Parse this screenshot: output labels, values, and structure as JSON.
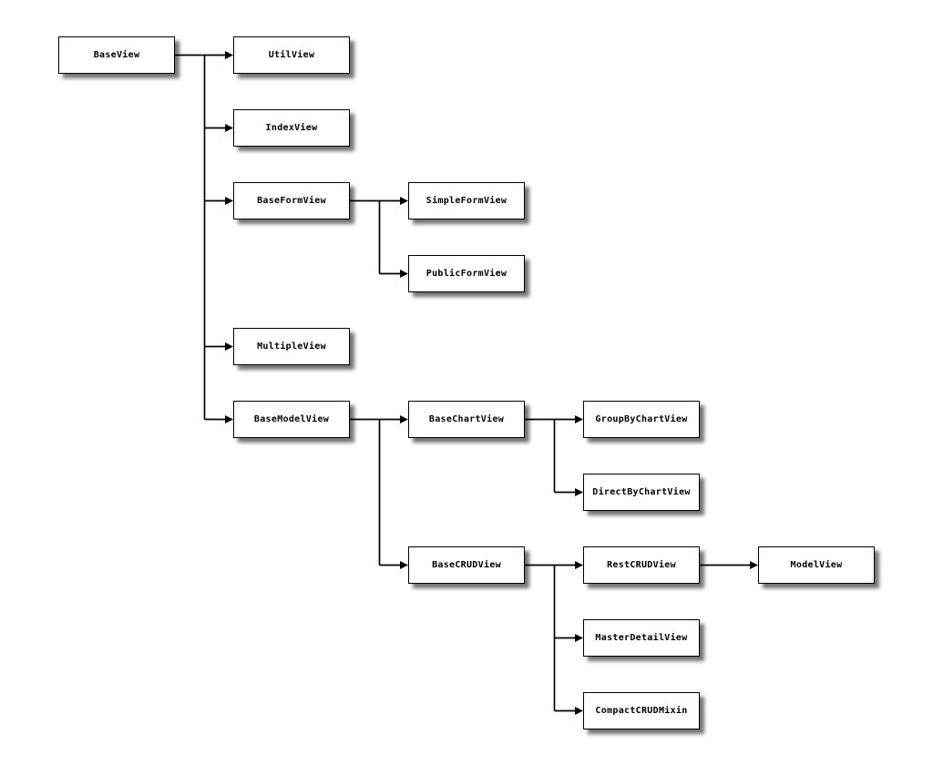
{
  "diagram": {
    "type": "class-inheritance-tree",
    "nodes": {
      "baseview": {
        "label": "BaseView"
      },
      "utilview": {
        "label": "UtilView"
      },
      "indexview": {
        "label": "IndexView"
      },
      "baseformview": {
        "label": "BaseFormView"
      },
      "simpleformview": {
        "label": "SimpleFormView"
      },
      "publicformview": {
        "label": "PublicFormView"
      },
      "multipleview": {
        "label": "MultipleView"
      },
      "basemodelview": {
        "label": "BaseModelView"
      },
      "basechartview": {
        "label": "BaseChartView"
      },
      "groupbychartview": {
        "label": "GroupByChartView"
      },
      "directbychartview": {
        "label": "DirectByChartView"
      },
      "basecrudview": {
        "label": "BaseCRUDView"
      },
      "restcrudview": {
        "label": "RestCRUDView"
      },
      "modelview": {
        "label": "ModelView"
      },
      "masterdetailview": {
        "label": "MasterDetailView"
      },
      "compactcrudmixin": {
        "label": "CompactCRUDMixin"
      }
    },
    "edges": [
      {
        "from": "BaseView",
        "to": "UtilView"
      },
      {
        "from": "BaseView",
        "to": "IndexView"
      },
      {
        "from": "BaseView",
        "to": "BaseFormView"
      },
      {
        "from": "BaseView",
        "to": "MultipleView"
      },
      {
        "from": "BaseView",
        "to": "BaseModelView"
      },
      {
        "from": "BaseFormView",
        "to": "SimpleFormView"
      },
      {
        "from": "BaseFormView",
        "to": "PublicFormView"
      },
      {
        "from": "BaseModelView",
        "to": "BaseChartView"
      },
      {
        "from": "BaseModelView",
        "to": "BaseCRUDView"
      },
      {
        "from": "BaseChartView",
        "to": "GroupByChartView"
      },
      {
        "from": "BaseChartView",
        "to": "DirectByChartView"
      },
      {
        "from": "BaseCRUDView",
        "to": "RestCRUDView"
      },
      {
        "from": "BaseCRUDView",
        "to": "MasterDetailView"
      },
      {
        "from": "BaseCRUDView",
        "to": "CompactCRUDMixin"
      },
      {
        "from": "RestCRUDView",
        "to": "ModelView"
      }
    ],
    "colors": {
      "background": "#ffffff",
      "node_fill": "#ffffff",
      "node_border": "#000000",
      "edge_line": "#000000",
      "text": "#000000",
      "shadow_gray": "#999999"
    }
  }
}
